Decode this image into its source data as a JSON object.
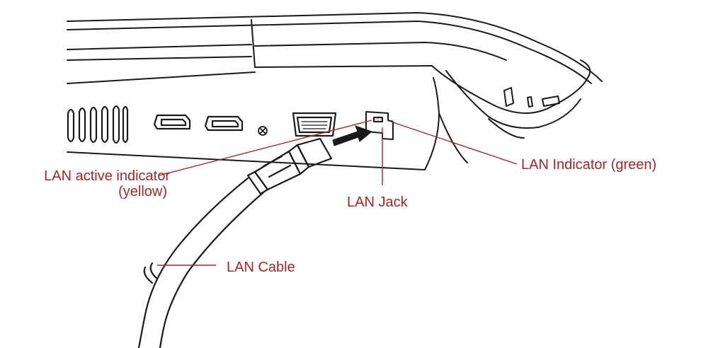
{
  "colors": {
    "label": "#a0282c",
    "ink": "#1a1a1a",
    "background": "#ffffff"
  },
  "labels": {
    "lan_active_indicator_line1": "LAN active indicator",
    "lan_active_indicator_line2": "(yellow)",
    "lan_jack": "LAN Jack",
    "lan_indicator_green": "LAN Indicator (green)",
    "lan_cable": "LAN Cable"
  },
  "icons": {
    "ports": [
      "vent-grille-icon",
      "hdmi-port-icon",
      "hdmi-port-icon",
      "screw-icon",
      "vga-port-icon",
      "lan-jack-icon",
      "rj45-plug-icon",
      "insert-arrow-icon"
    ]
  }
}
